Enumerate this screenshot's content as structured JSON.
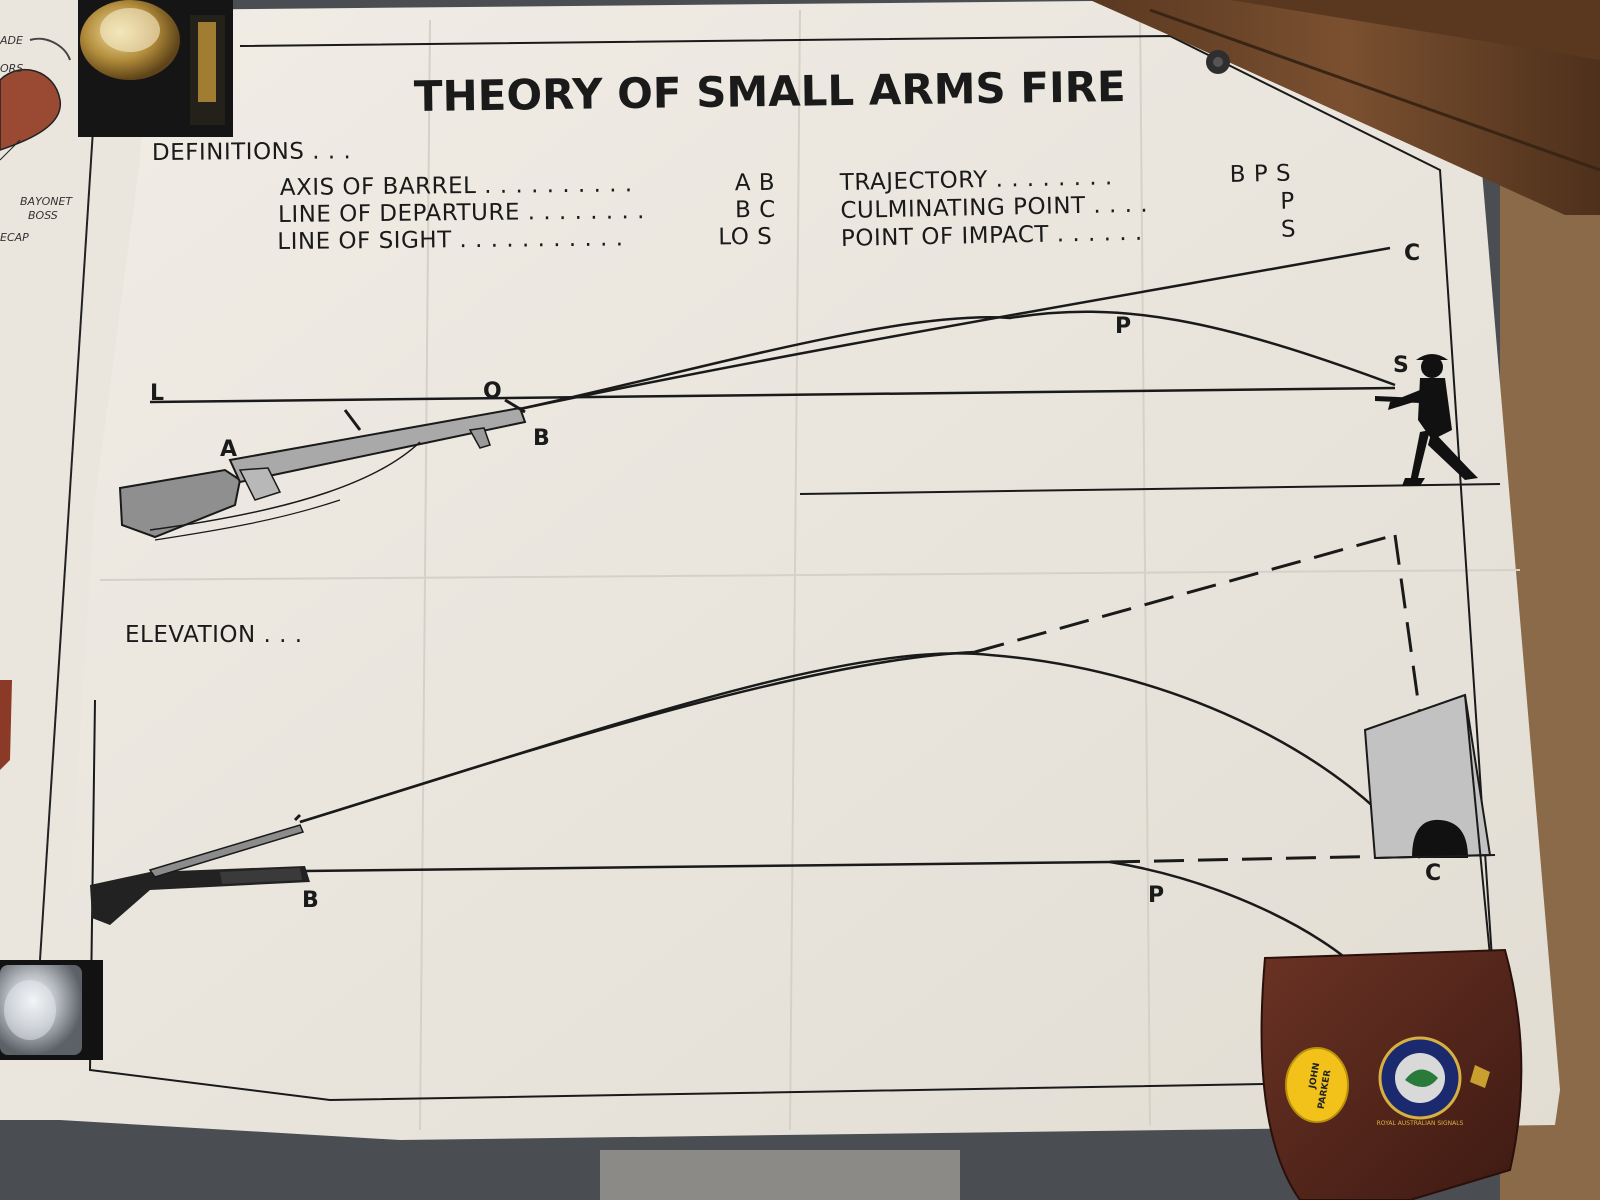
{
  "poster": {
    "title": "THEORY OF SMALL ARMS FIRE",
    "definitions_heading": "DEFINITIONS . . .",
    "definitions_left": [
      {
        "term": "AXIS OF BARREL . . . . . . . . . .",
        "code": "A B"
      },
      {
        "term": "LINE OF DEPARTURE . . . . . . . .",
        "code": "B C"
      },
      {
        "term": "LINE OF SIGHT . . . . . . . . . . .",
        "code": "LO S"
      }
    ],
    "definitions_right": [
      {
        "term": "TRAJECTORY . . . . . . . .",
        "code": "B P S"
      },
      {
        "term": "CULMINATING POINT . . . .",
        "code": "P"
      },
      {
        "term": "POINT OF IMPACT . . . . . .",
        "code": "S"
      }
    ],
    "top_diagram_labels": {
      "L": "L",
      "O": "O",
      "A": "A",
      "B": "B",
      "C": "C",
      "P": "P",
      "S": "S"
    },
    "elevation_heading": "ELEVATION . . .",
    "bottom_diagram_labels": {
      "B": "B",
      "P": "P",
      "C": "C"
    }
  },
  "left_poster_fragment": {
    "labels": [
      "ADE",
      "ORS",
      "BAYONET",
      "BOSS",
      "ECAP"
    ]
  },
  "plaque": {
    "medal_text": [
      "JOHN",
      "PARKER"
    ],
    "badge_text": "ROYAL AUSTRALIAN SIGNALS"
  },
  "colors": {
    "paper": "#ece8e0",
    "ink": "#1a1a1a",
    "wood": "#6b4326",
    "plaque": "#5a2a1e",
    "medal": "#f2c21a",
    "background": "#4a4d52"
  }
}
